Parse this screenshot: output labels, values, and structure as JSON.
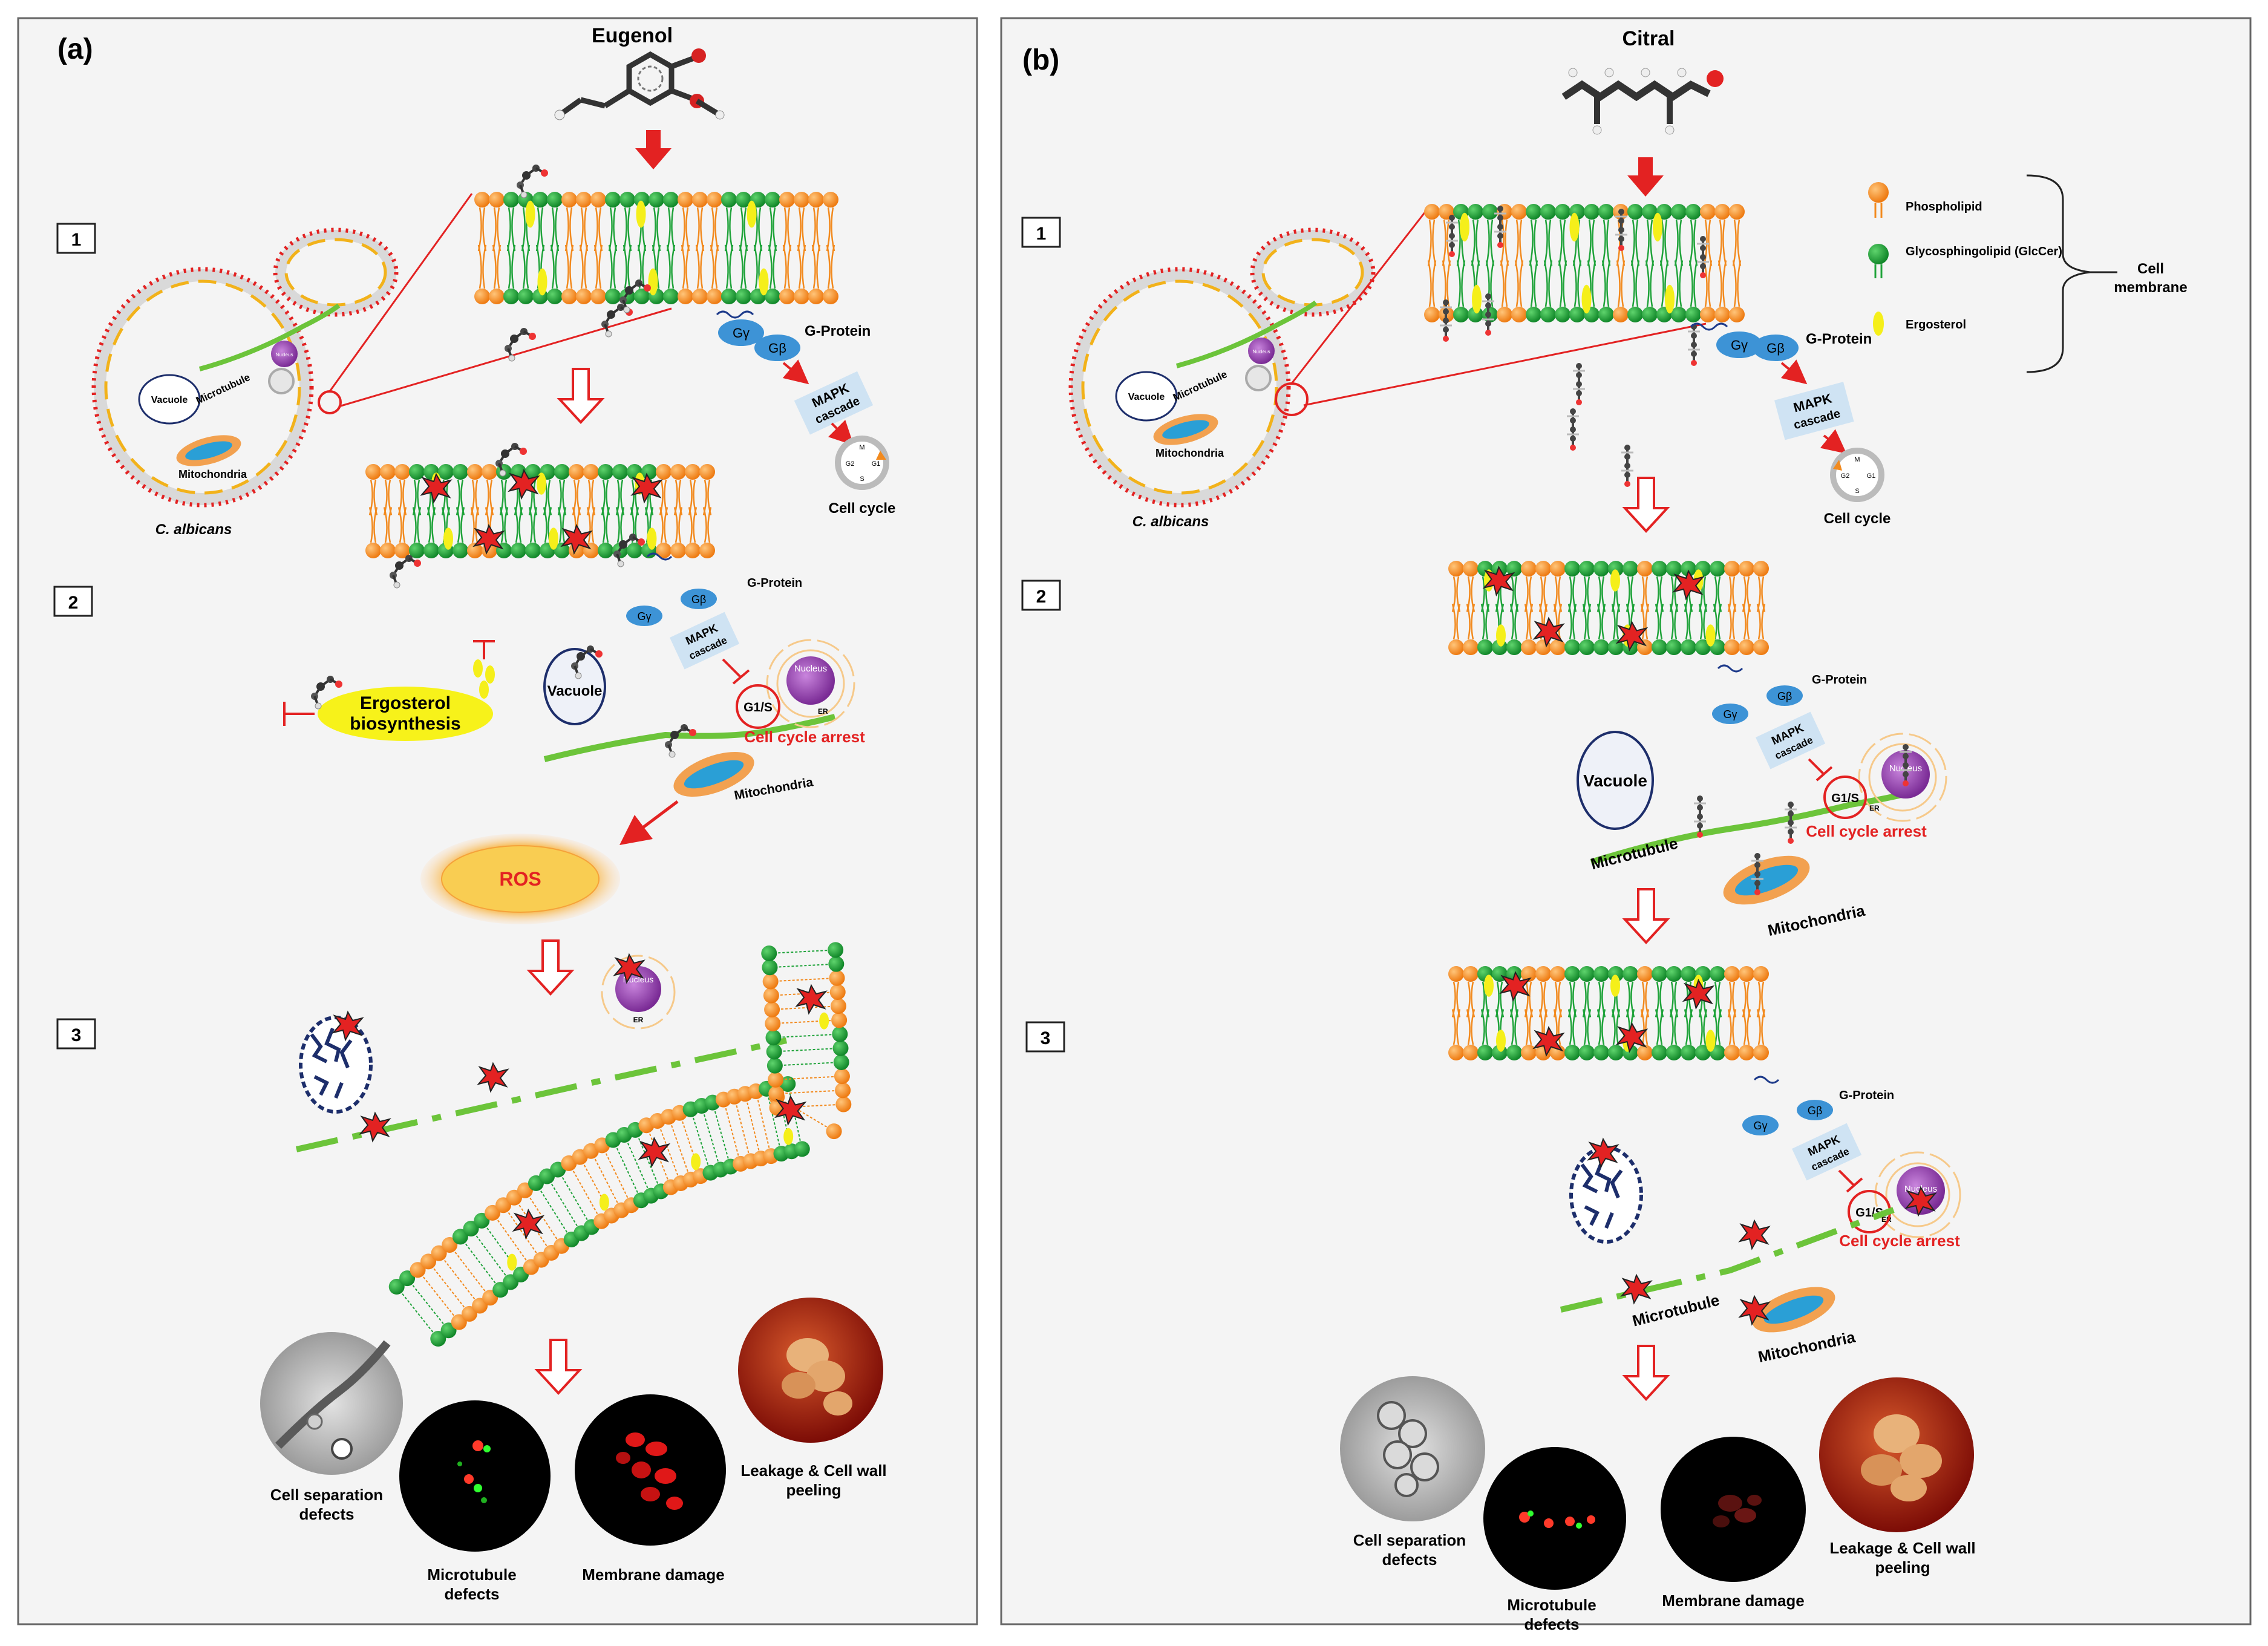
{
  "colors": {
    "panel_bg": "#f3f3f3",
    "phospholipid": "#f28a1e",
    "glyco": "#1fa33a",
    "ergosterol": "#f5ef1a",
    "arrow_red": "#e32222",
    "gprotein": "#3d93d6",
    "mapk_box": "#cfe3f3",
    "microtubule": "#6cc43a",
    "nucleus": "#8b3aa6",
    "ros": "#f7c84a"
  },
  "panel_a": {
    "label": "(a)",
    "compound": "Eugenol",
    "step1": "1",
    "step2": "2",
    "step3": "3",
    "organism": "C. albicans",
    "vacuole": "Vacuole",
    "microtubule": "Microtubule",
    "mitochondria": "Mitochondria",
    "nucleus_small": "Nucleus",
    "g_protein": "G-Protein",
    "g_gamma": "Gγ",
    "g_beta": "Gβ",
    "mapk": "MAPK\ncascade",
    "mapk_line1": "MAPK",
    "mapk_line2": "cascade",
    "cell_cycle": "Cell cycle",
    "cc_g2": "G2",
    "cc_g1": "G1",
    "cc_m": "M",
    "cc_s": "S",
    "g_protein_2": "G-Protein",
    "ergosterol_1": "Ergosterol",
    "ergosterol_2": "biosynthesis",
    "vacuole_2": "Vacuole",
    "g1s": "G1/S",
    "nucleus": "Nucleus",
    "er": "ER",
    "arrest": "Cell cycle arrest",
    "mitochondria_2": "Mitochondria",
    "ros": "ROS",
    "out1a": "Cell separation",
    "out1b": "defects",
    "out2a": "Microtubule",
    "out2b": "defects",
    "out3": "Membrane damage",
    "out4a": "Leakage & Cell wall",
    "out4b": "peeling"
  },
  "panel_b": {
    "label": "(b)",
    "compound": "Citral",
    "step1": "1",
    "step2": "2",
    "step3": "3",
    "organism": "C. albicans",
    "vacuole": "Vacuole",
    "microtubule": "Microtubule",
    "mitochondria": "Mitochondria",
    "nucleus_small": "Nucleus",
    "g_protein": "G-Protein",
    "g_gamma": "Gγ",
    "g_beta": "Gβ",
    "mapk_line1": "MAPK",
    "mapk_line2": "cascade",
    "cell_cycle": "Cell cycle",
    "cc_g2": "G2",
    "cc_g1": "G1",
    "cc_m": "M",
    "cc_s": "S",
    "legend_phospholipid": "Phospholipid",
    "legend_glyco": "Glycosphingolipid (GlcCer)",
    "legend_ergosterol": "Ergosterol",
    "legend_cell1": "Cell",
    "legend_cell2": "membrane",
    "g_protein_2": "G-Protein",
    "vacuole_2": "Vacuole",
    "microtubule_2": "Microtubule",
    "g1s": "G1/S",
    "nucleus": "Nucleus",
    "er": "ER",
    "arrest": "Cell cycle arrest",
    "mitochondria_2": "Mitochondria",
    "g_protein_3": "G-Protein",
    "g1s_2": "G1/S",
    "arrest_2": "Cell cycle arrest",
    "microtubule_3": "Microtubule",
    "mitochondria_3": "Mitochondria",
    "out1a": "Cell separation",
    "out1b": "defects",
    "out2a": "Microtubule",
    "out2b": "defects",
    "out3": "Membrane damage",
    "out4a": "Leakage & Cell wall",
    "out4b": "peeling"
  }
}
